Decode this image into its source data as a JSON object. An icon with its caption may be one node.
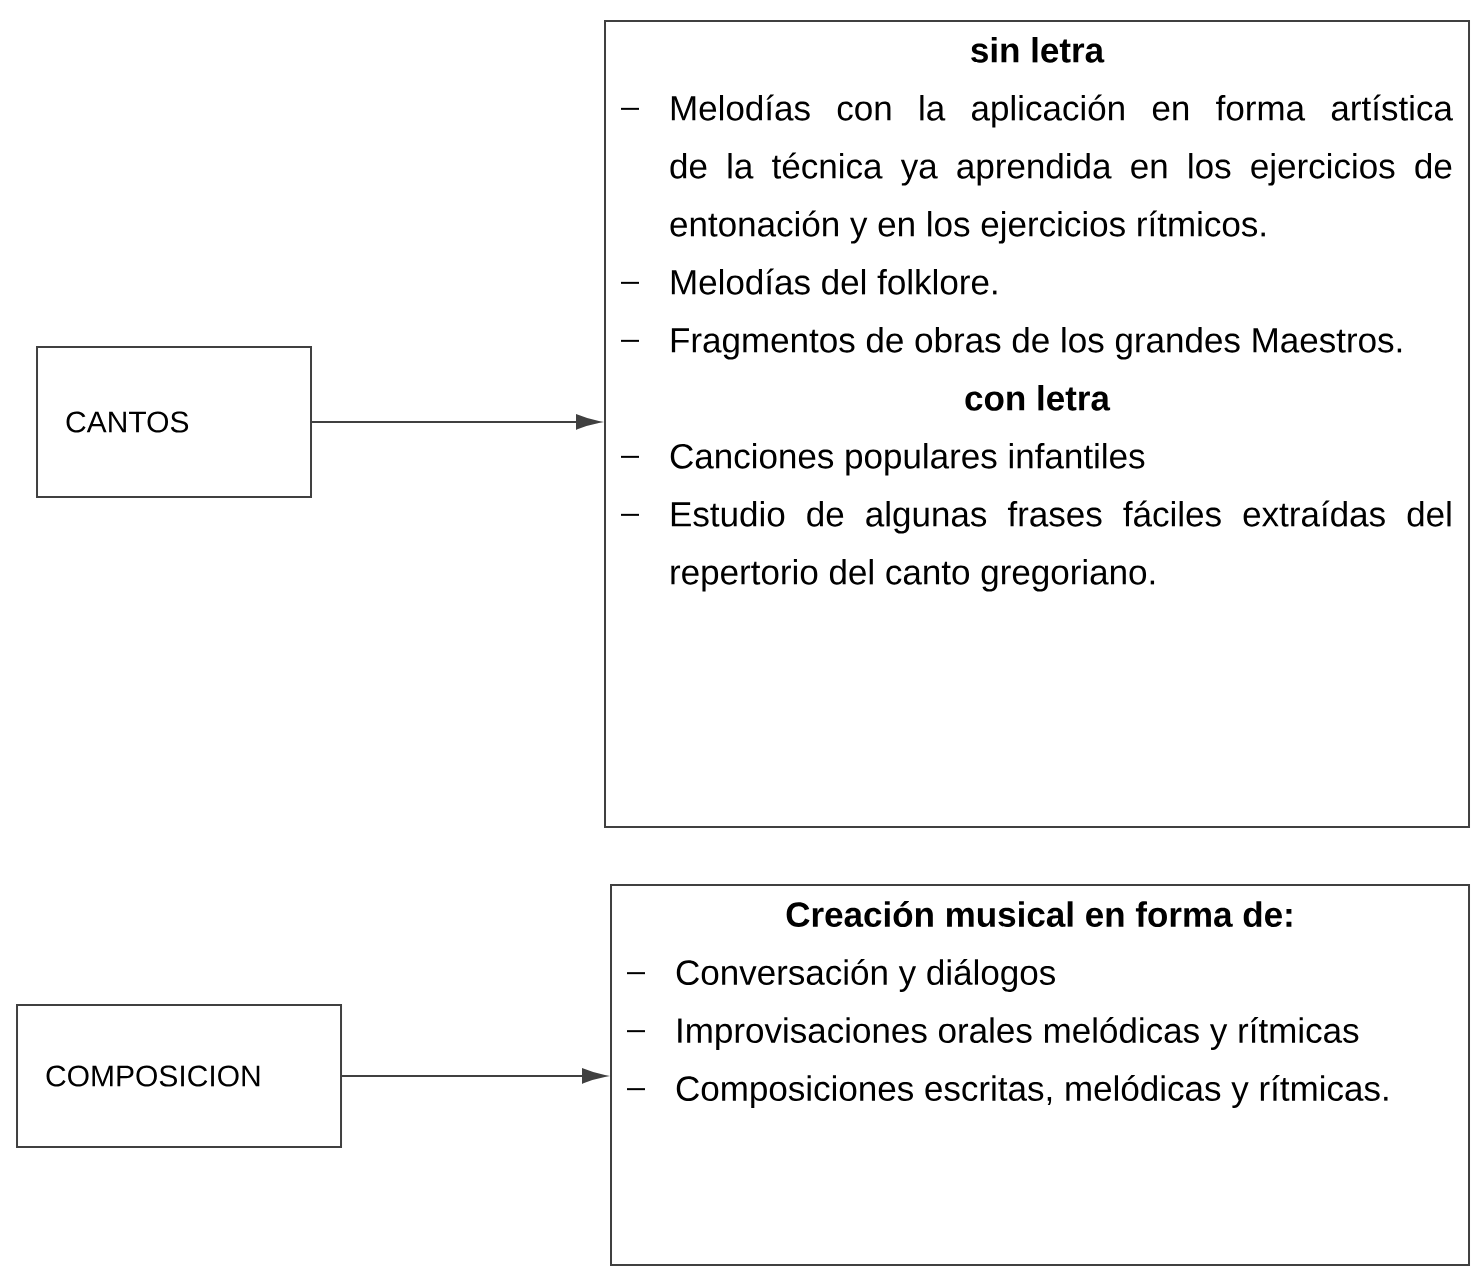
{
  "diagram": {
    "nodes": [
      {
        "text": [
          "CANTOS"
        ]
      },
      {
        "text": [
          "sin letra",
          "Melodías con la aplicación en forma artística de la técnica ya aprendida en los ejercicios de entonación y en los ejercicios rítmicos.",
          "Melodías del folklore.",
          "Fragmentos de obras de los grandes Maestros.",
          "con letra",
          "Canciones populares infantiles",
          "Estudio de algunas frases fáciles extraídas del repertorio del canto gregoriano."
        ]
      },
      {
        "text": [
          "COMPOSICION"
        ]
      },
      {
        "text": [
          "Creación musical en forma de:",
          "Conversación y diálogos",
          "Improvisaciones orales melódicas y rítmicas",
          "Composiciones escritas, melódicas y rítmicas."
        ]
      }
    ],
    "edges": [
      {
        "from": 0,
        "to": 1,
        "arrow": "to"
      },
      {
        "from": 2,
        "to": 3,
        "arrow": "to"
      }
    ]
  }
}
